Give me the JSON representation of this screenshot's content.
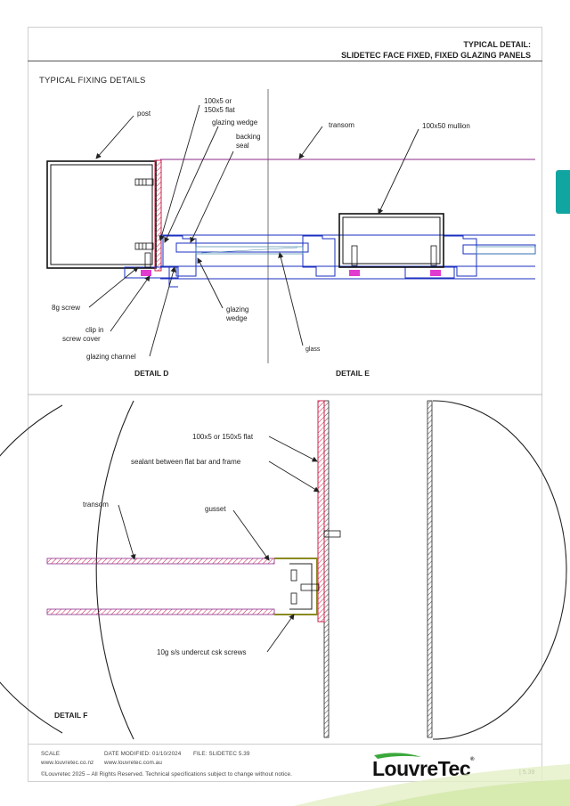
{
  "header": {
    "line1": "TYPICAL DETAIL:",
    "line2": "SLIDETEC FACE FIXED, FIXED GLAZING PANELS"
  },
  "section_title": "TYPICAL FIXING DETAILS",
  "detail_de_labels": {
    "post": "post",
    "flat_1": "100x5 or",
    "flat_2": "150x5 flat",
    "glazing_wedge_top": "glazing wedge",
    "backing_1": "backing",
    "backing_2": "seal",
    "transom": "transom",
    "mullion": "100x50 mullion",
    "screw": "8g screw",
    "clip_1": "clip in",
    "clip_2": "screw cover",
    "wedge_b1": "glazing",
    "wedge_b2": "wedge",
    "channel": "glazing channel",
    "glass": "glass",
    "detail_d": "DETAIL D",
    "detail_e": "DETAIL E"
  },
  "detail_f_labels": {
    "flat": "100x5 or 150x5 flat",
    "sealant": "sealant between flat bar  and frame",
    "transom": "transom",
    "gusset": "gusset",
    "screws": "10g s/s undercut csk screws",
    "detail_f": "DETAIL F"
  },
  "footer": {
    "scale": "SCALE",
    "date": "DATE MODIFIED: 01/10/2024",
    "file": "FILE: SLIDETEC 5.39",
    "web_nz": "www.louvretec.co.nz",
    "web_au": "www.louvretec.com.au",
    "copyright": "©Louvretec 2025 – All Rights Reserved. Technical specifications subject to change without notice."
  },
  "brand": {
    "logo": "LouvreTec",
    "reg": "®",
    "accent": "#11a5a1"
  },
  "page_number": "| 5.39"
}
